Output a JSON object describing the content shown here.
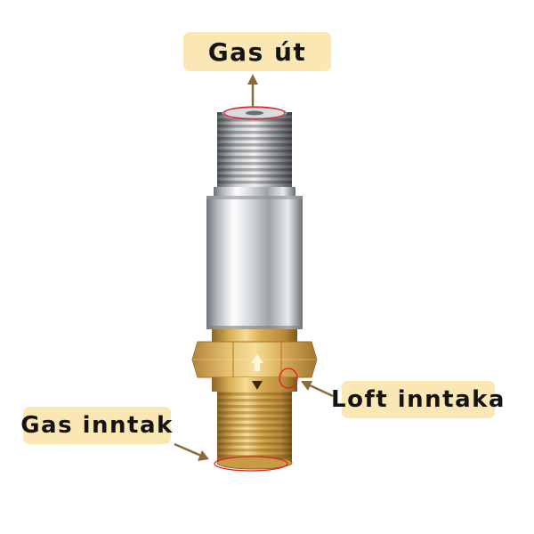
{
  "labels": {
    "gas_outlet": "Gas út",
    "air_intake": "Loft inntaka",
    "gas_inlet": "Gas inntak"
  },
  "colors": {
    "label_background": "#fbe7b3",
    "arrow": "#8a6a3f",
    "highlight_ring": "#e0221f",
    "brass": "#d4a74a",
    "chrome": "#c9cdd2"
  },
  "icons": {
    "flow_direction": "up-arrow-icon"
  }
}
